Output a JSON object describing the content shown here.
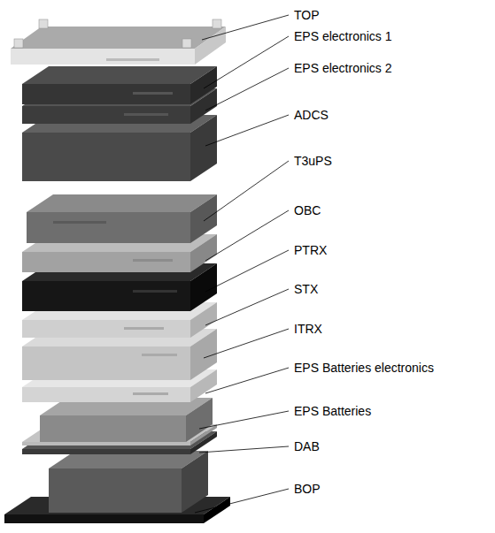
{
  "diagram": {
    "labels": [
      "TOP",
      "EPS electronics 1",
      "EPS electronics 2",
      "ADCS",
      "T3uPS",
      "OBC",
      "PTRX",
      "STX",
      "ITRX",
      "EPS Batteries electronics",
      "EPS Batteries",
      "DAB",
      "BOP"
    ]
  }
}
